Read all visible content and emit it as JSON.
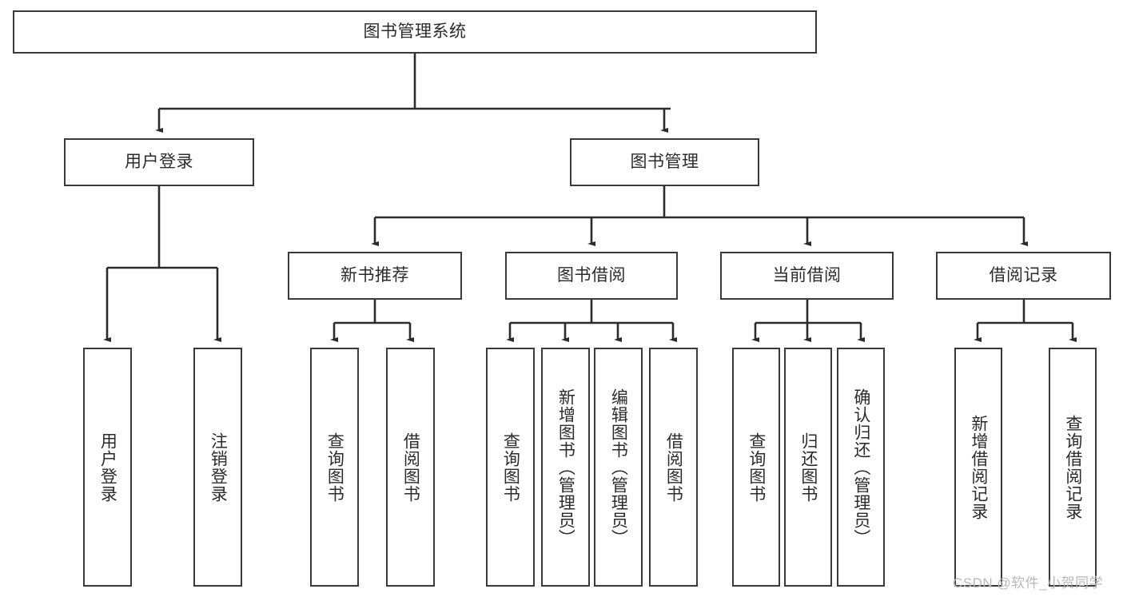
{
  "diagram": {
    "title_box": {
      "label": "图书管理系统"
    },
    "level2": [
      {
        "id": "user-login",
        "label": "用户登录"
      },
      {
        "id": "book-management",
        "label": "图书管理"
      }
    ],
    "level3": [
      {
        "id": "new-book-recommend",
        "label": "新书推荐"
      },
      {
        "id": "book-borrow",
        "label": "图书借阅"
      },
      {
        "id": "current-borrow",
        "label": "当前借阅"
      },
      {
        "id": "borrow-record",
        "label": "借阅记录"
      }
    ],
    "leaves": {
      "user_login": [
        {
          "id": "leaf-user-login",
          "label": "用户登录"
        },
        {
          "id": "leaf-user-logout",
          "label": "注销登录"
        }
      ],
      "new_book_recommend": [
        {
          "id": "leaf-query-book-1",
          "label": "查询图书"
        },
        {
          "id": "leaf-borrow-book-1",
          "label": "借阅图书"
        }
      ],
      "book_borrow": [
        {
          "id": "leaf-query-book-2",
          "label": "查询图书"
        },
        {
          "id": "leaf-add-book",
          "label": "新增图书（管理员）"
        },
        {
          "id": "leaf-edit-book",
          "label": "编辑图书（管理员）"
        },
        {
          "id": "leaf-borrow-book-2",
          "label": "借阅图书"
        }
      ],
      "current_borrow": [
        {
          "id": "leaf-query-book-3",
          "label": "查询图书"
        },
        {
          "id": "leaf-return-book",
          "label": "归还图书"
        },
        {
          "id": "leaf-confirm-return",
          "label": "确认归还（管理员）"
        }
      ],
      "borrow_record": [
        {
          "id": "leaf-add-record",
          "label": "新增借阅记录"
        },
        {
          "id": "leaf-query-record",
          "label": "查询借阅记录"
        }
      ]
    },
    "watermark": "CSDN @软件_小贺同学",
    "colors": {
      "background": "#ffffff",
      "box_border": "#3a3a3a",
      "text": "#2b2b2b",
      "connector": "#2b2b2b",
      "watermark": "#b9b9b9"
    }
  }
}
